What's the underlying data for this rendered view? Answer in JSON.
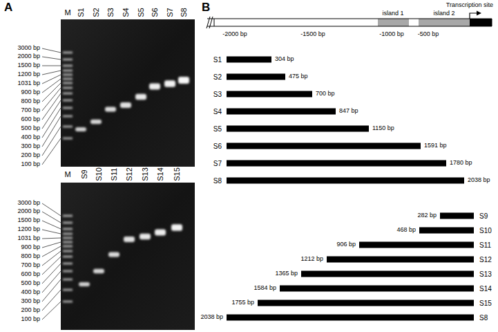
{
  "diagram": {
    "labels": [
      "A",
      "M",
      "S1",
      "S2",
      "S3",
      "S4",
      "S5",
      "S6",
      "S7",
      "S8",
      "3000 bp",
      "2000 bp",
      "1500 bp",
      "1200 bp",
      "1031 bp",
      "900 bp",
      "800 bp",
      "700 bp",
      "600 bp",
      "500 bp",
      "400 bp",
      "300 bp",
      "200 bp",
      "100 bp",
      "M",
      "S9",
      "S10",
      "S11",
      "S12",
      "S13",
      "S14",
      "S15",
      "3000 bp",
      "2000 bp",
      "1500 bp",
      "1200 bp",
      "1031 bp",
      "900 bp",
      "800 bp",
      "700 bp",
      "600 bp",
      "500 bp",
      "400 bp",
      "300 bp",
      "200 bp",
      "100 bp",
      "B",
      "island 1",
      "island 2",
      "Transcription site",
      "-2000 bp",
      "-1500 bp",
      "-1000 bp",
      "-500 bp",
      "S1",
      "304 bp",
      "S2",
      "475 bp",
      "S3",
      "700 bp",
      "S4",
      "847 bp",
      "S5",
      "1150 bp",
      "S6",
      "1591 bp",
      "S7",
      "1780 bp",
      "S8",
      "2038 bp",
      "282 bp",
      "S9",
      "468 bp",
      "S10",
      "906 bp",
      "S11",
      "1212 bp",
      "S12",
      "1365 bp",
      "S13",
      "1584 bp",
      "S14",
      "1755 bp",
      "S15",
      "2038 bp",
      "S8"
    ]
  }
}
